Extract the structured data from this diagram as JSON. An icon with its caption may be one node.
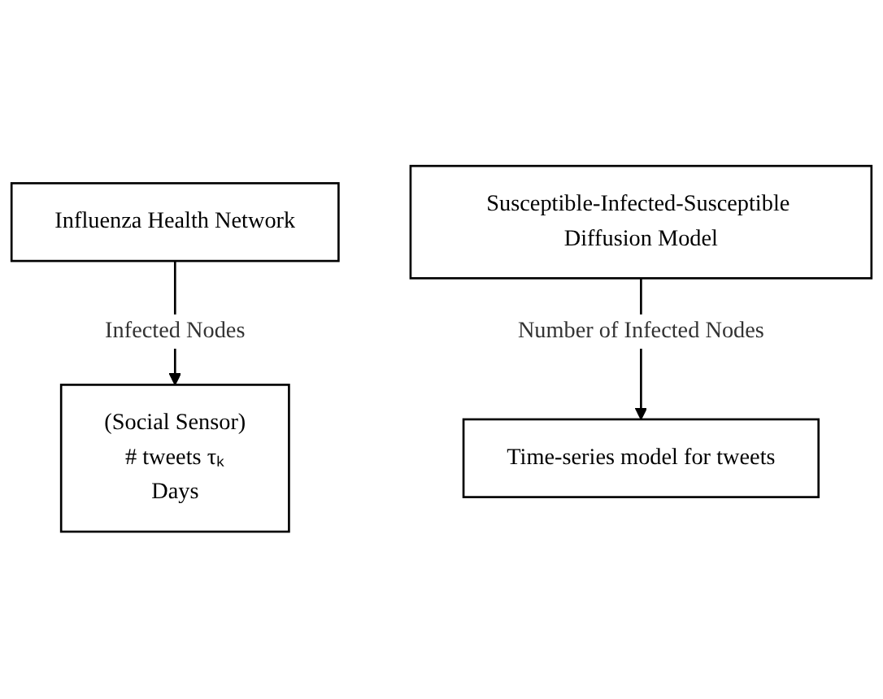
{
  "diagram": {
    "nodes": [
      {
        "text": [
          "Influenza Health Network"
        ]
      },
      {
        "text": [
          "(Social Sensor)",
          "# tweets τₖ",
          "Days"
        ]
      },
      {
        "text": [
          "Susceptible-Infected-Susceptible Diffusion Model"
        ]
      },
      {
        "text": [
          "Time-series model for tweets"
        ]
      }
    ],
    "edges": [
      {
        "from": 0,
        "to": 1,
        "arrow": "to",
        "label": "Infected Nodes"
      },
      {
        "from": 2,
        "to": 3,
        "arrow": "to",
        "label": "Number of Infected Nodes"
      }
    ]
  }
}
